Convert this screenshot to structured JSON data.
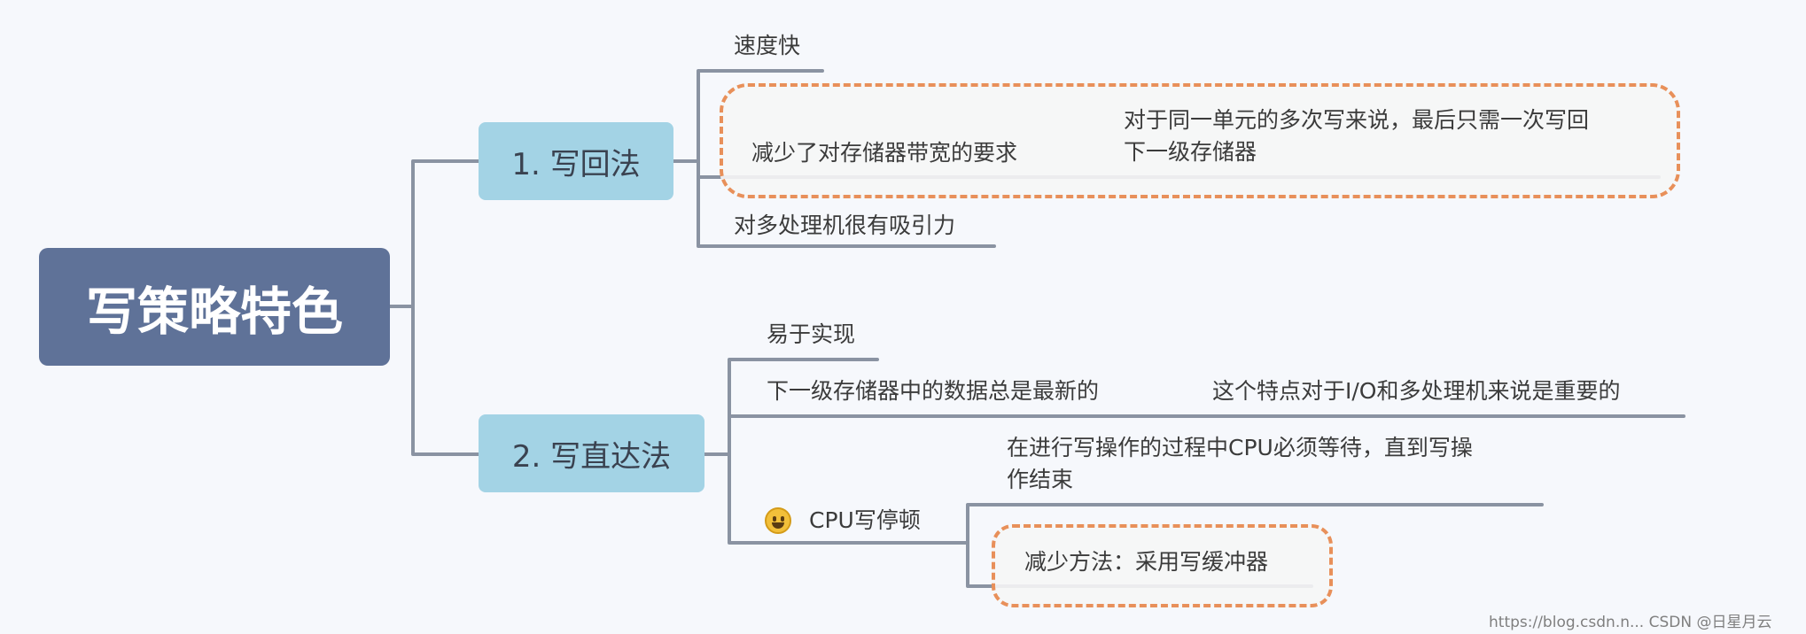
{
  "root": {
    "label": "写策略特色"
  },
  "branches": [
    {
      "label": "1. 写回法",
      "items": [
        {
          "text": "速度快"
        },
        {
          "text": "减少了对存储器带宽的要求",
          "detail_line1": "对于同一单元的多次写来说，最后只需一次写回",
          "detail_line2": "下一级存储器",
          "highlighted": true
        },
        {
          "text": "对多处理机很有吸引力"
        }
      ]
    },
    {
      "label": "2. 写直达法",
      "items": [
        {
          "text": "易于实现"
        },
        {
          "text": "下一级存储器中的数据总是最新的",
          "detail": "这个特点对于I/O和多处理机来说是重要的"
        },
        {
          "text": "CPU写停顿",
          "icon": "grinning-face-icon",
          "children": [
            {
              "line1": "在进行写操作的过程中CPU必须等待，直到写操",
              "line2": "作结束"
            },
            {
              "text": "减少方法：采用写缓冲器",
              "highlighted": true
            }
          ]
        }
      ]
    }
  ],
  "watermark": "https://blog.csdn.n... CSDN @日星月云",
  "colors": {
    "background": "#f6f8fc",
    "root_fill": "#5f7298",
    "branch_fill": "#a3d3e5",
    "connector": "#8a93a2",
    "callout_border": "#e8905a"
  }
}
